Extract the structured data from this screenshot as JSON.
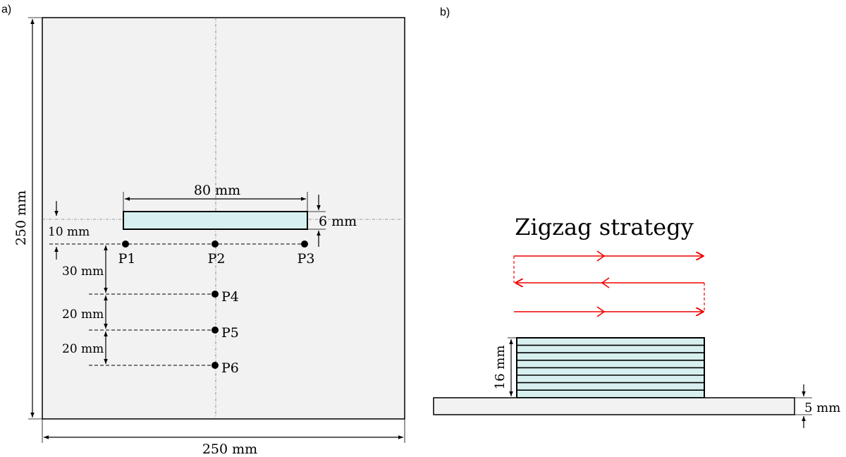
{
  "panel_a": {
    "label": "a)",
    "height_dim": "250 mm",
    "width_dim": "250 mm",
    "length_dim": "80 mm",
    "wall_dim": "6 mm",
    "offset_dim": "10 mm",
    "spacing_dims": [
      "30 mm",
      "20 mm",
      "20 mm"
    ],
    "points": [
      "P1",
      "P2",
      "P3",
      "P4",
      "P5",
      "P6"
    ]
  },
  "panel_b": {
    "label": "b)",
    "strategy_title": "Zigzag strategy",
    "height_dim": "16 mm",
    "base_dim": "5 mm"
  },
  "colors": {
    "deposit_fill": "#d7efef",
    "plate_fill": "#f2f2f2",
    "path_arrow": "#ee0000",
    "line": "#000000"
  }
}
